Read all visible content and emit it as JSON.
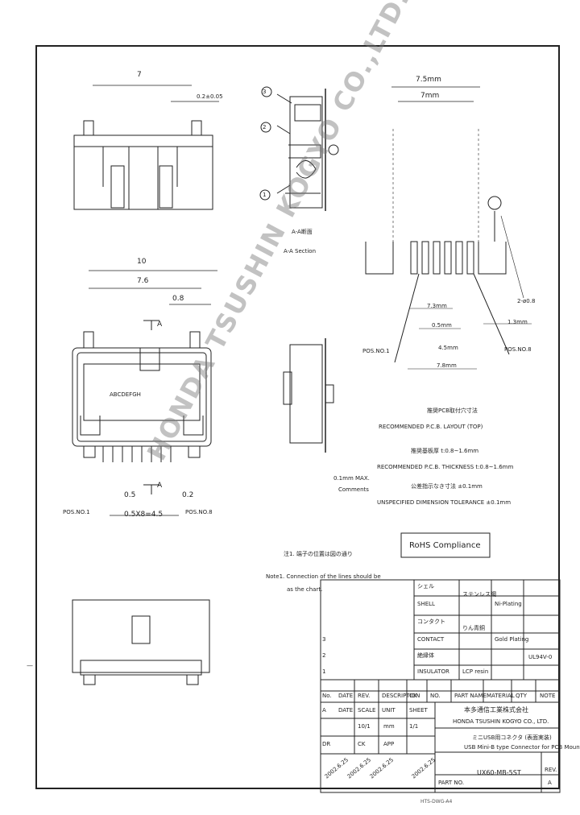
{
  "drawing": {
    "section_label_jp": "A-A断面",
    "section_label_en": "A-A Section",
    "recommended_jp": "推奨PCB取付穴寸法",
    "recommended_en": "RECOMMENDED P.C.B. LAYOUT (TOP)",
    "thickness_jp": "推奨基板厚 t:0.8~1.6mm",
    "thickness_en": "RECOMMENDED P.C.B. THICKNESS t:0.8~1.6mm",
    "tolerance_jp": "公差指示なき寸法 ±0.1mm",
    "tolerance_en": "UNSPECIFIED DIMENSION TOLERANCE ±0.1mm",
    "comment_1": "0.1mm MAX.",
    "comment_2": "Comments",
    "rohs": "RoHS Compliance",
    "note1_jp": "注1. 端子の位置は図の通り",
    "note1_en": "Note1. Connection of the lines should be",
    "note1_en2": "as the chart.",
    "dims": {
      "d7": "7",
      "d02": "0.2±0.05",
      "d10": "10",
      "d76": "7.6",
      "d08": "0.8",
      "d05": "0.5",
      "d02b": "0.2",
      "pitch": "0.5X8=4.5",
      "pos": "POS.NO.1",
      "pos2": "POS.NO.8",
      "a": "A",
      "pcb_75": "7.5mm",
      "pcb_7": "7mm",
      "pcb_73": "7.3mm",
      "pcb_05": "0.5mm",
      "pcb_45": "4.5mm",
      "pcb_78": "7.8mm",
      "pcb_13": "1.3mm",
      "pcb_hole": "2-ø0.8",
      "pcb_pos1": "POS.NO.1",
      "pcb_pos8": "POS.NO.8",
      "label_1": "1",
      "label_2": "2",
      "label_3": "3",
      "pins_label": "ABCDEFGH"
    }
  },
  "watermark": "HONDA TSUSHIN KOGYO CO.,LTD.",
  "title_block": {
    "materials": [
      {
        "no": "3",
        "part_jp": "シェル",
        "part_en": "SHELL",
        "material": "ステンレス鋼",
        "finish": "Ni-Plating"
      },
      {
        "no": "2",
        "part_jp": "コンタクト",
        "part_en": "CONTACT",
        "material": "りん青銅",
        "finish": "Gold Plating"
      },
      {
        "no": "1",
        "part_jp": "絶縁体",
        "part_en": "INSULATOR",
        "material": "LCP resin",
        "finish": "UL94V-0"
      }
    ],
    "rev_header": [
      "No.",
      "DATE",
      "REV.",
      "DESCRIPTION",
      "CK",
      "NO.",
      "PART NAME",
      "MATERIAL",
      "QTY",
      "NOTE"
    ],
    "company_jp": "本多通信工業株式会社",
    "company_en": "HONDA TSUSHIN KOGYO CO., LTD.",
    "scale_row": [
      "A",
      "DATE",
      "SCALE",
      "UNIT",
      "SHEET"
    ],
    "scale_values": [
      "",
      "",
      "10/1",
      "mm",
      "1/1"
    ],
    "name_jp": "ミニUSB用コネクタ (表面実装)",
    "name_en": "USB Mini-B type Connector for PCB Mount",
    "drawn_row": [
      "DR",
      "CK",
      "APP"
    ],
    "part_no_label": "PART NO.",
    "part_no": "UX60-MB-5ST",
    "rev_label": "REV.",
    "rev": "A",
    "stamps": [
      "2002.6.25",
      "2002.6.25",
      "2002.6.25",
      "2002.6.25"
    ]
  },
  "footer": "HTS-DWG-A4",
  "left_mark": "—"
}
